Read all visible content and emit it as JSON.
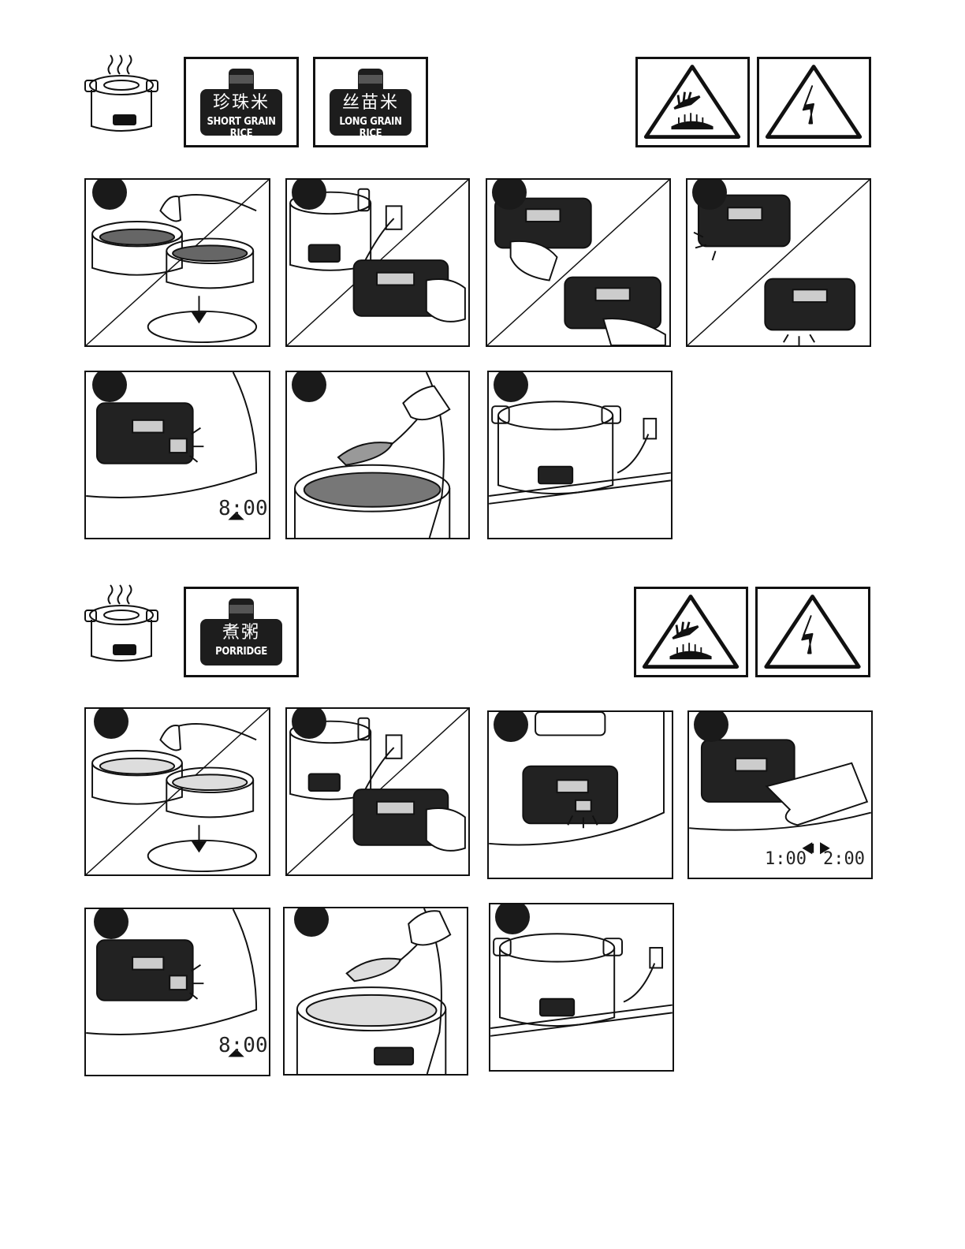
{
  "section_rice": {
    "mode_buttons": [
      {
        "cn": "珍珠米",
        "en": "SHORT GRAIN RICE"
      },
      {
        "cn": "丝苗米",
        "en": "LONG GRAIN RICE"
      }
    ],
    "step5_display": "8:00",
    "warnings": [
      "hot-surface-warning-icon",
      "electric-shock-warning-icon"
    ]
  },
  "section_porridge": {
    "mode_buttons": [
      {
        "cn": "煮粥",
        "en": "PORRIDGE"
      }
    ],
    "step4_display_from": "1:00",
    "step4_display_to": "2:00",
    "step5_display": "8:00",
    "warnings": [
      "hot-surface-warning-icon",
      "electric-shock-warning-icon"
    ]
  },
  "colors": {
    "ink": "#111111",
    "badge": "#1a1a1a",
    "button_face": "#1d1d1d"
  }
}
